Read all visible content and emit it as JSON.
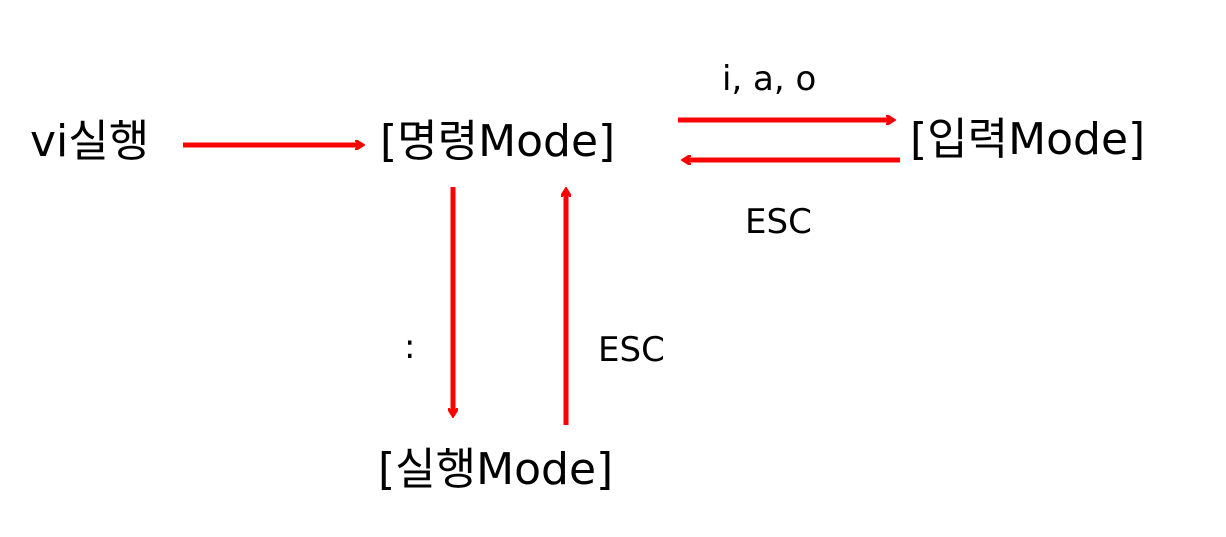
{
  "colors": {
    "arrow": "#ff0000",
    "text": "#000000",
    "background": "#ffffff"
  },
  "nodes": {
    "start": "vi실행",
    "command_mode": "[명령Mode]",
    "input_mode": "[입력Mode]",
    "exec_mode": "[실행Mode]"
  },
  "edges": {
    "to_input": "i, a, o",
    "from_input": "ESC",
    "to_exec": ":",
    "from_exec": "ESC"
  }
}
